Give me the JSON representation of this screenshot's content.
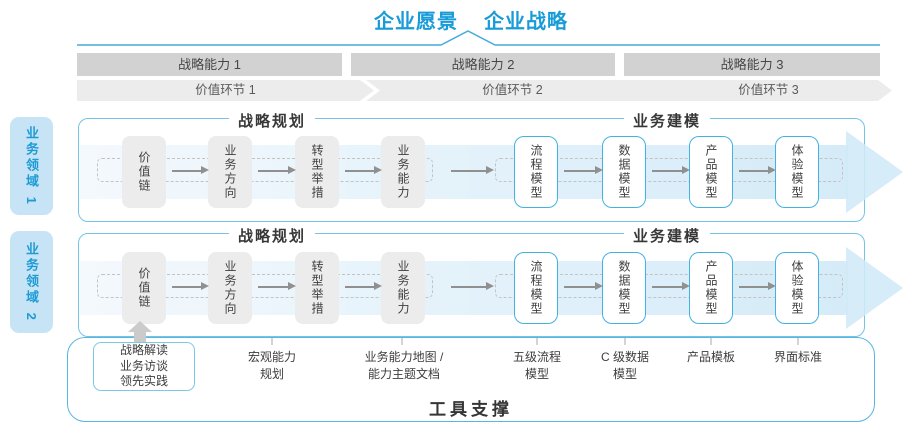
{
  "title": {
    "vision": "企业愿景",
    "strategy": "企业战略"
  },
  "strategic_capabilities": [
    "战略能力 1",
    "战略能力 2",
    "战略能力 3"
  ],
  "value_links": [
    "价值环节 1",
    "价值环节 2",
    "价值环节 3"
  ],
  "business_domains": [
    "业务领域 1",
    "业务领域 2"
  ],
  "rows": [
    {
      "planning_header": "战略规划",
      "modeling_header": "业务建模",
      "planning_boxes": [
        "价值链",
        "业务方向",
        "转型举措",
        "业务能力"
      ],
      "modeling_boxes": [
        "流程模型",
        "数据模型",
        "产品模型",
        "体验模型"
      ]
    },
    {
      "planning_header": "战略规划",
      "modeling_header": "业务建模",
      "planning_boxes": [
        "价值链",
        "业务方向",
        "转型举措",
        "业务能力"
      ],
      "modeling_boxes": [
        "流程模型",
        "数据模型",
        "产品模型",
        "体验模型"
      ]
    }
  ],
  "annotations": {
    "practice_box_lines": [
      "战略解读",
      "业务访谈",
      "领先实践"
    ],
    "labels": [
      {
        "line1": "宏观能力",
        "line2": "规划"
      },
      {
        "line1": "业务能力地图 /",
        "line2": "能力主题文档"
      },
      {
        "line1": "五级流程",
        "line2": "模型"
      },
      {
        "line1": "C 级数据",
        "line2": "模型"
      },
      {
        "line1": "产品模板",
        "line2": ""
      },
      {
        "line1": "界面标准",
        "line2": ""
      }
    ]
  },
  "tool_support": "工具支撑",
  "icons": {
    "caret": "vision-caret-line",
    "flow_arrow": "right-arrow-icon",
    "band_arrow": "big-right-arrow-icon",
    "up_arrow": "up-arrow-icon"
  },
  "colors": {
    "accent_blue": "#189bd9",
    "domain_fill": "#c6e4f5",
    "container_border": "#73c4e6",
    "box_border": "#44b2e0",
    "bar_gray": "#d2d2d2",
    "chevron_gray": "#ececec",
    "box_gray": "#ececec",
    "arrow_gray": "#909090",
    "band_blue": "#d5ebf8",
    "text_dark": "#3d3d3d"
  }
}
